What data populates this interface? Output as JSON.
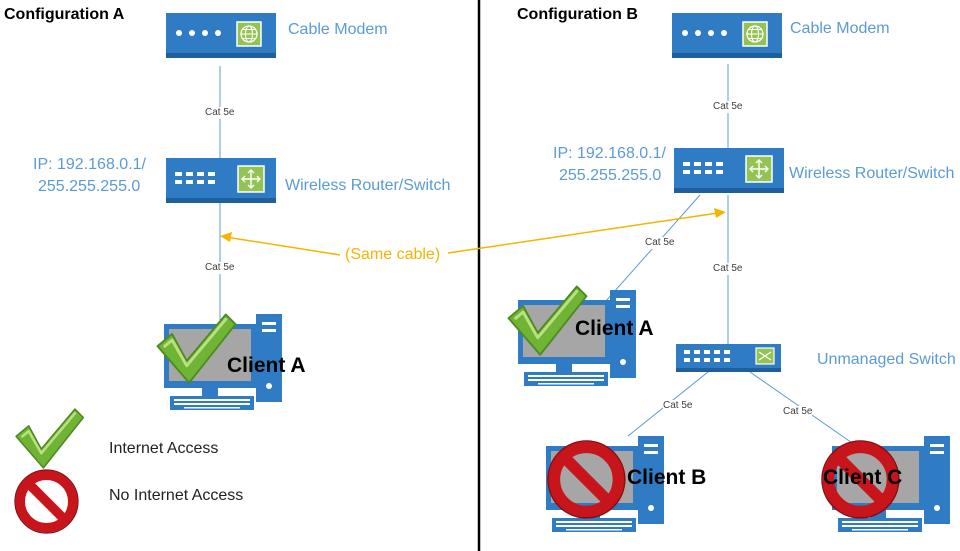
{
  "config_a": {
    "heading": "Configuration A",
    "modem_label": "Cable Modem",
    "router_label": "Wireless Router/Switch",
    "router_ip_line1": "IP: 192.168.0.1/",
    "router_ip_line2": "255.255.255.0",
    "cable_modem_router": "Cat 5e",
    "cable_router_client": "Cat 5e",
    "client_label": "Client A"
  },
  "config_b": {
    "heading": "Configuration B",
    "modem_label": "Cable Modem",
    "router_label": "Wireless Router/Switch",
    "router_ip_line1": "IP: 192.168.0.1/",
    "router_ip_line2": "255.255.255.0",
    "cable_modem_router": "Cat 5e",
    "cable_router_client_a": "Cat 5e",
    "cable_router_switch": "Cat 5e",
    "switch_label": "Unmanaged Switch",
    "cable_switch_client_b": "Cat 5e",
    "cable_switch_client_c": "Cat 5e",
    "client_a_label": "Client A",
    "client_b_label": "Client B",
    "client_c_label": "Client C"
  },
  "same_cable_note": "(Same cable)",
  "legend": {
    "internet_access": "Internet Access",
    "no_internet_access": "No Internet Access"
  },
  "colors": {
    "device_blue": "#2f7cc4",
    "label_blue": "#5b9bd5",
    "annotation_yellow": "#f5b400",
    "check_green": "#6fb434",
    "prohibit_red": "#c8151b",
    "divider": "#000000"
  }
}
